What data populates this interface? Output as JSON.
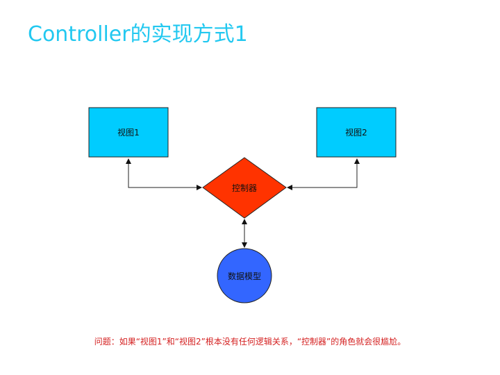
{
  "title": "Controller的实现方式1",
  "nodes": {
    "view1": "视图1",
    "view2": "视图2",
    "controller": "控制器",
    "model": "数据模型"
  },
  "colors": {
    "view": "#00ccff",
    "controller": "#ff3300",
    "model": "#3366ff",
    "title": "#22c8f0",
    "note": "#d42020"
  },
  "note": "问题：如果“视图1”和“视图2”根本没有任何逻辑关系，“控制器”的角色就会很尴尬。"
}
